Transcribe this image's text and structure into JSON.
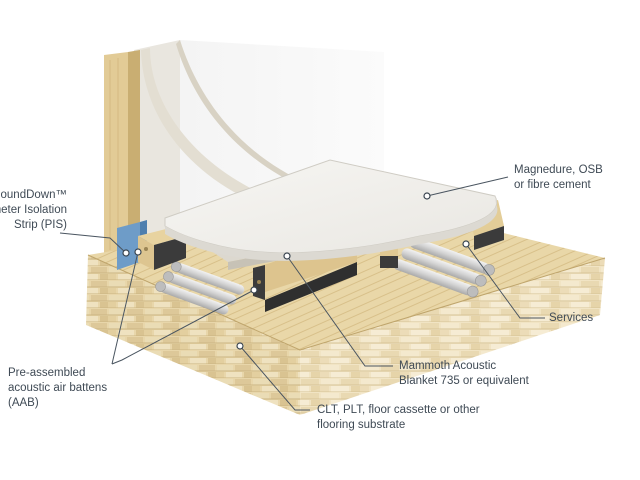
{
  "labels": {
    "pis": {
      "lines": [
        "SoundDown™",
        "Perimeter Isolation",
        "Strip (PIS)"
      ]
    },
    "board": {
      "lines": [
        "Magnedure, OSB",
        "or fibre cement"
      ]
    },
    "services": {
      "lines": [
        "Services"
      ]
    },
    "blanket": {
      "lines": [
        "Mammoth Acoustic",
        "Blanket 735 or equivalent"
      ]
    },
    "battens": {
      "lines": [
        "Pre-assembled",
        "acoustic air battens",
        "(AAB)"
      ]
    },
    "substrate": {
      "lines": [
        "CLT, PLT, floor cassette or other",
        "flooring substrate"
      ]
    }
  },
  "colors": {
    "leader": "#4a5560",
    "text": "#3f4a55",
    "timber": "#e6d3a4",
    "timber_dark": "#c9b27c",
    "board": "#f2f1ee",
    "plaster": "#d6d1c6",
    "isolation_strip": "#6e9cc8",
    "rubber": "#3a3a3a",
    "pipe": "#d9d9d9"
  }
}
